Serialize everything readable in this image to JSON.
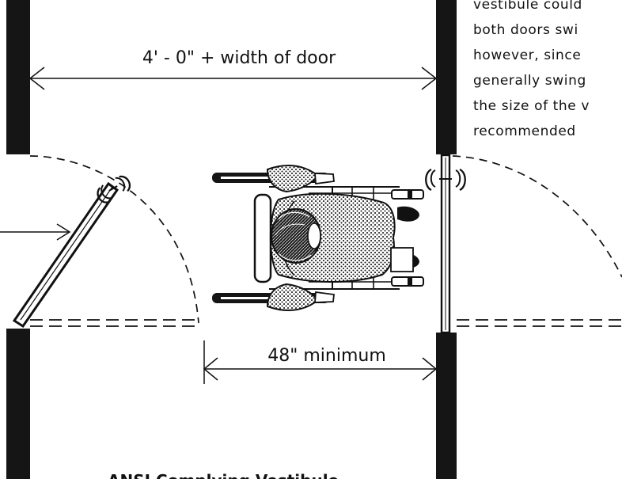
{
  "diagram": {
    "top_dimension_label": "4' - 0\" + width of door",
    "bottom_dimension_label": "48\" minimum",
    "caption": "ANSI Complying Vestibule",
    "side_text_lines": [
      "vestibule could",
      "both doors swi",
      "however, since",
      "generally swing",
      "the size of the v",
      "recommended"
    ]
  }
}
